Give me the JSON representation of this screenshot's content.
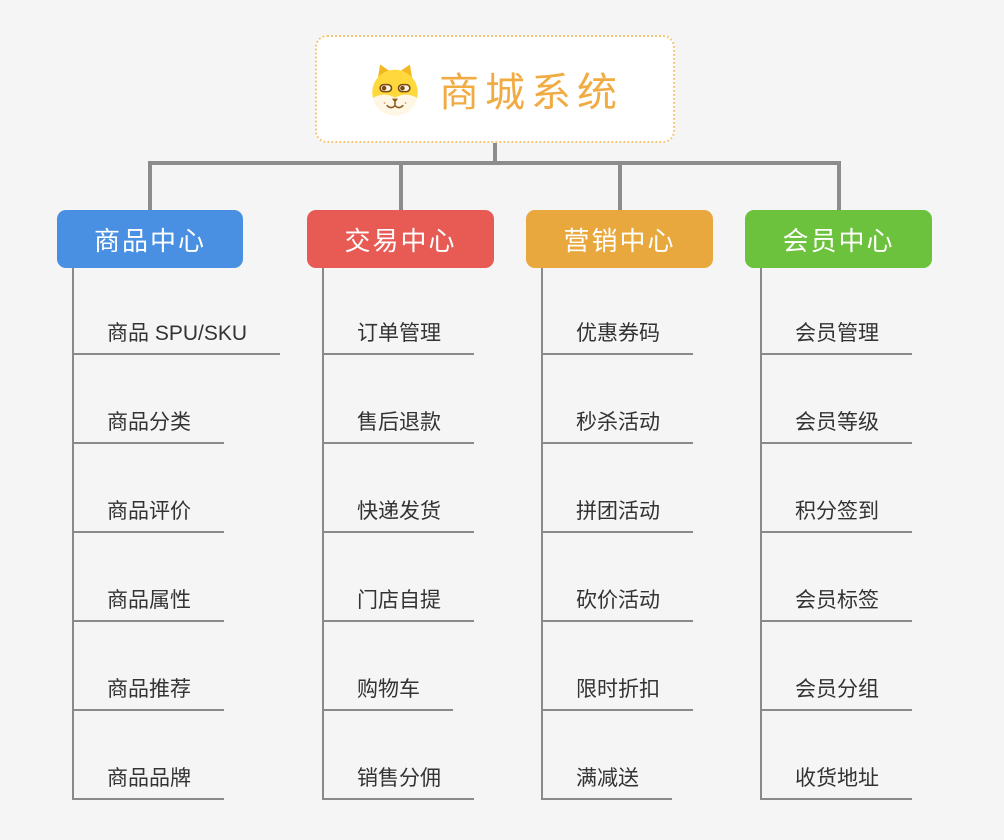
{
  "page": {
    "background_color": "#f5f5f6",
    "connector_color": "#8c8c8c"
  },
  "root": {
    "title": "商城系统",
    "icon": "shiba-dog-icon",
    "title_color": "#f0ab43",
    "border_color": "#f3c87a"
  },
  "branches": [
    {
      "label": "商品中心",
      "color": "#4a90e2",
      "children": [
        "商品 SPU/SKU",
        "商品分类",
        "商品评价",
        "商品属性",
        "商品推荐",
        "商品品牌"
      ]
    },
    {
      "label": "交易中心",
      "color": "#e85b55",
      "children": [
        "订单管理",
        "售后退款",
        "快递发货",
        "门店自提",
        "购物车",
        "销售分佣"
      ]
    },
    {
      "label": "营销中心",
      "color": "#e8a83e",
      "children": [
        "优惠券码",
        "秒杀活动",
        "拼团活动",
        "砍价活动",
        "限时折扣",
        "满减送"
      ]
    },
    {
      "label": "会员中心",
      "color": "#6cc13d",
      "children": [
        "会员管理",
        "会员等级",
        "积分签到",
        "会员标签",
        "会员分组",
        "收货地址"
      ]
    }
  ]
}
